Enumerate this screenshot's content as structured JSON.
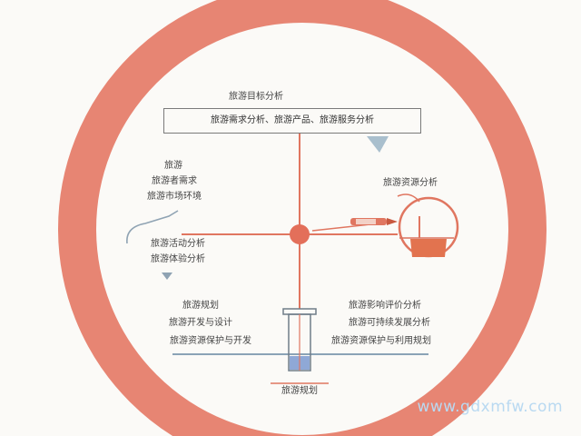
{
  "diagram": {
    "title": "旅游目标分析",
    "top_box": "旅游需求分析、旅游产品、旅游服务分析",
    "left_upper": [
      "旅游",
      "旅游者需求",
      "旅游市场环境"
    ],
    "left_middle": [
      "旅游活动分析",
      "旅游体验分析"
    ],
    "right_upper": "旅游资源分析",
    "left_lower": [
      "旅游规划",
      "旅游开发与设计",
      "旅游资源保护与开发"
    ],
    "right_lower": [
      "旅游影响评价分析",
      "旅游可持续发展分析",
      "旅游资源保护与利用规划"
    ],
    "bottom_label": "旅游规划"
  },
  "colors": {
    "ring": "#e57b67",
    "axis": "#e07660",
    "ground": "#8aa3b6",
    "pan": "#e2734f",
    "water": "#8fa8d6"
  },
  "watermark": "www.gdxmfw.com"
}
